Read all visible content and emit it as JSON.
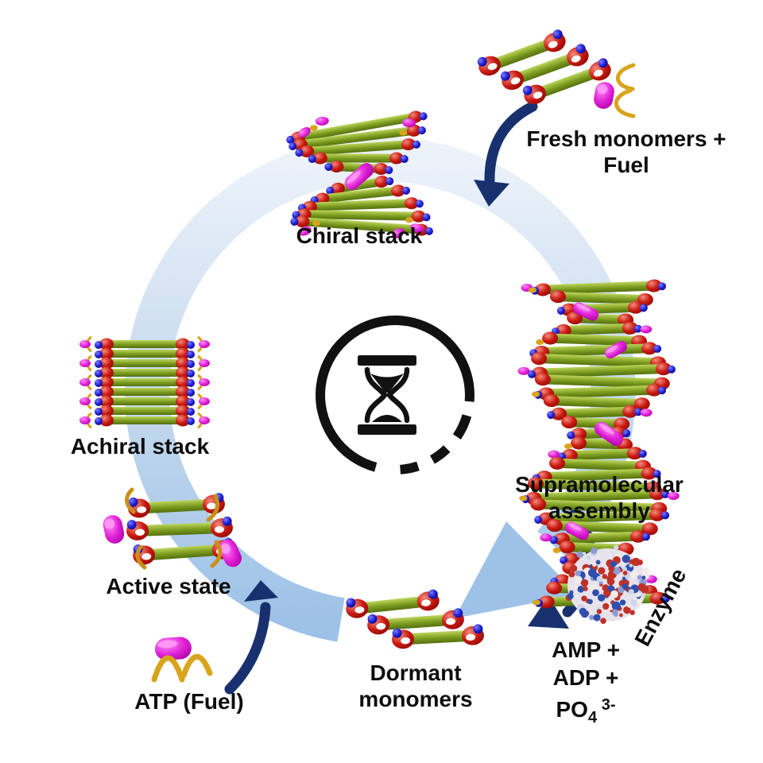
{
  "diagram": {
    "type": "cycle",
    "center_icon": "hourglass-timer",
    "nodes": {
      "fresh_monomers": {
        "line1": "Fresh monomers +",
        "line2": "Fuel"
      },
      "chiral_stack": {
        "label": "Chiral stack"
      },
      "supramolecular_assembly": {
        "line1": "Supramolecular",
        "line2": "assembly"
      },
      "enzyme": {
        "label": "Enzyme"
      },
      "hydrolysis_products": {
        "line1": "AMP +",
        "line2": "ADP +",
        "line3_base": "PO",
        "line3_sub": "4",
        "line3_sup": "3-"
      },
      "dormant_monomers": {
        "line1": "Dormant",
        "line2": "monomers"
      },
      "active_state": {
        "label": "Active state"
      },
      "achiral_stack": {
        "label": "Achiral stack"
      },
      "atp_fuel": {
        "label": "ATP (Fuel)"
      }
    },
    "colors": {
      "cycle_band": "#9ec2e7",
      "cycle_band_light": "#ecf2fa",
      "process_arrow_navy": "#18316e",
      "monomer_rod_green": "#7a9a1e",
      "end_cap_red": "#c81910",
      "binding_site_blue": "#1b1bd0",
      "atp_magenta": "#e020d6",
      "phosphate_gold": "#d8a41c",
      "timer_black": "#111111"
    }
  }
}
